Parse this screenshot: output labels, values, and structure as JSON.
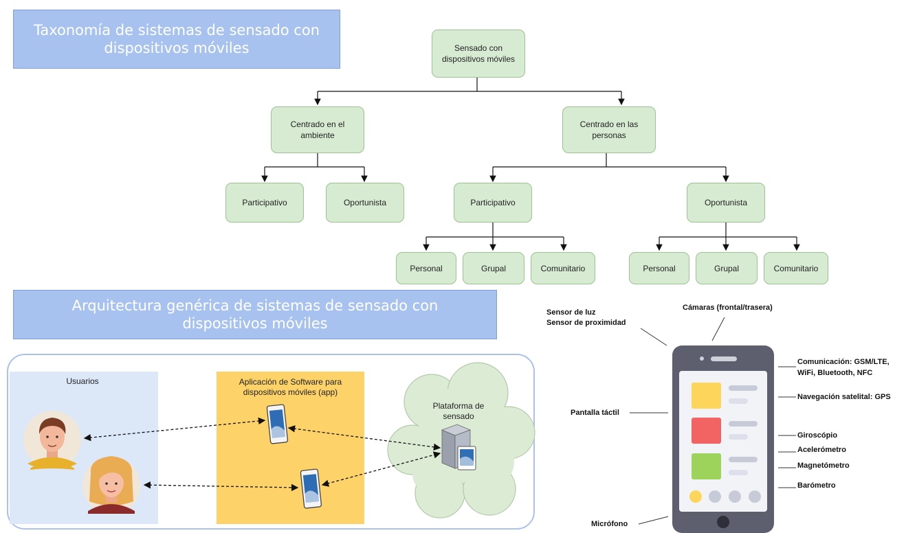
{
  "taxonomy": {
    "title_line1": "Taxonomía de sistemas de sensado con",
    "title_line2": "dispositivos móviles",
    "root": "Sensado con dispositivos móviles",
    "env": "Centrado en el ambiente",
    "people": "Centrado en las personas",
    "env_participativo": "Participativo",
    "env_oportunista": "Oportunista",
    "people_participativo": "Participativo",
    "people_oportunista": "Oportunista",
    "p_personal": "Personal",
    "p_grupal": "Grupal",
    "p_comunitario": "Comunitario",
    "o_personal": "Personal",
    "o_grupal": "Grupal",
    "o_comunitario": "Comunitario"
  },
  "architecture": {
    "title_line1": "Arquitectura genérica de sistemas de sensado con",
    "title_line2": "dispositivos móviles",
    "users": "Usuarios",
    "app": "Aplicación de Software para dispositivos móviles (app)",
    "platform": "Plataforma de sensado"
  },
  "phone_sensors": {
    "light_sensor": "Sensor de luz",
    "proximity_sensor": "Sensor de proximidad",
    "cameras": "Cámaras (frontal/trasera)",
    "comm_line1": "Comunicación: GSM/LTE,",
    "comm_line2": "WiFi, Bluetooth, NFC",
    "gps": "Navegación satelital: GPS",
    "touchscreen": "Pantalla táctil",
    "gyroscope": "Giroscópio",
    "accelerometer": "Acelerómetro",
    "magnetometer": "Magnetómetro",
    "barometer": "Barómetro",
    "microphone": "Micrófono"
  },
  "colors": {
    "banner": "#a7c2ee",
    "node_fill": "#d6ebd2",
    "node_border": "#9bc290",
    "users_panel": "#dce7f7",
    "app_panel": "#fdd268",
    "cloud": "#dcebd4",
    "phone_body": "#5d5e6e",
    "tile_yellow": "#fdd55b",
    "tile_red": "#f26463",
    "tile_green": "#9dd35b"
  }
}
